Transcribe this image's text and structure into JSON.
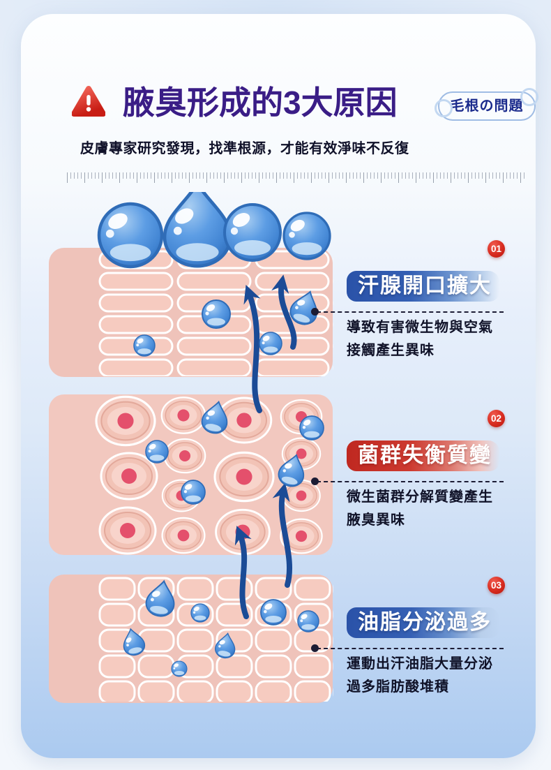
{
  "header": {
    "title": "腋臭形成的3大原因",
    "badge": "毛根の問題",
    "subtitle": "皮膚專家研究發現，找準根源，才能有效淨味不反復"
  },
  "sections": [
    {
      "number": "01",
      "variant": "blue",
      "label": "汗腺開口擴大",
      "desc_line1": "導致有害微生物與空氣",
      "desc_line2": "接觸產生異味"
    },
    {
      "number": "02",
      "variant": "red",
      "label": "菌群失衡質變",
      "desc_line1": "微生菌群分解質變產生",
      "desc_line2": "腋臭異味"
    },
    {
      "number": "03",
      "variant": "blue",
      "label": "油脂分泌過多",
      "desc_line1": "運動出汗油脂大量分泌",
      "desc_line2": "過多脂肪酸堆積"
    }
  ],
  "icons": {
    "warning": "warning-triangle"
  },
  "colors": {
    "title_purple": "#3a1d86",
    "alert_red": "#d72b1f",
    "badge_navy": "#1a2a8c",
    "label_blue": "#2a52a8",
    "label_red": "#bf2820",
    "arrow_navy": "#1b4b96",
    "droplet_blue": "#4f93dd",
    "skin_pink": "#efc3ba",
    "card_bottom_blue": "#abcaf0"
  }
}
